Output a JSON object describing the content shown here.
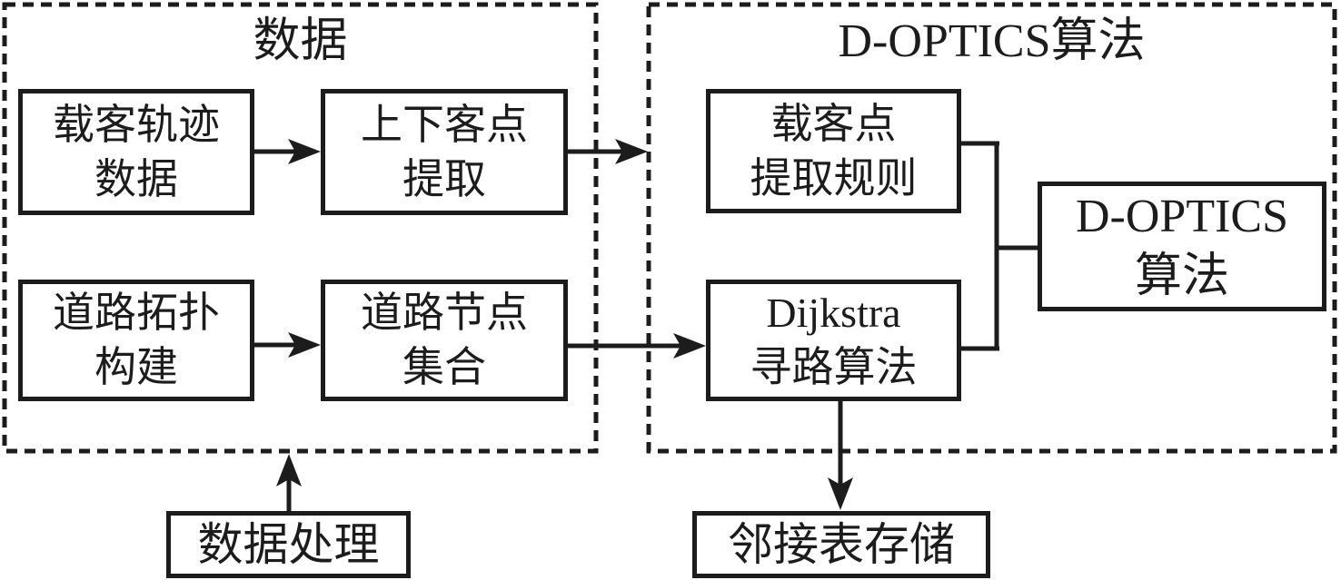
{
  "colors": {
    "ink": "#1c1c1c",
    "background": "#ffffff"
  },
  "groups": {
    "data": {
      "title": "数据"
    },
    "optics": {
      "title": "D-OPTICS算法"
    }
  },
  "nodes": {
    "trajectory_data": {
      "line1": "载客轨迹",
      "line2": "数据"
    },
    "pickup_dropoff_extraction": {
      "line1": "上下客点",
      "line2": "提取"
    },
    "road_topology": {
      "line1": "道路拓扑",
      "line2": "构建"
    },
    "road_node_set": {
      "line1": "道路节点",
      "line2": "集合"
    },
    "pickup_rules": {
      "line1": "载客点",
      "line2": "提取规则"
    },
    "dijkstra": {
      "line1": "Dijkstra",
      "line2": "寻路算法"
    },
    "d_optics": {
      "line1": "D-OPTICS",
      "line2": "算法"
    },
    "data_processing": {
      "line1": "数据处理"
    },
    "adjacency_storage": {
      "line1": "邻接表存储"
    }
  }
}
